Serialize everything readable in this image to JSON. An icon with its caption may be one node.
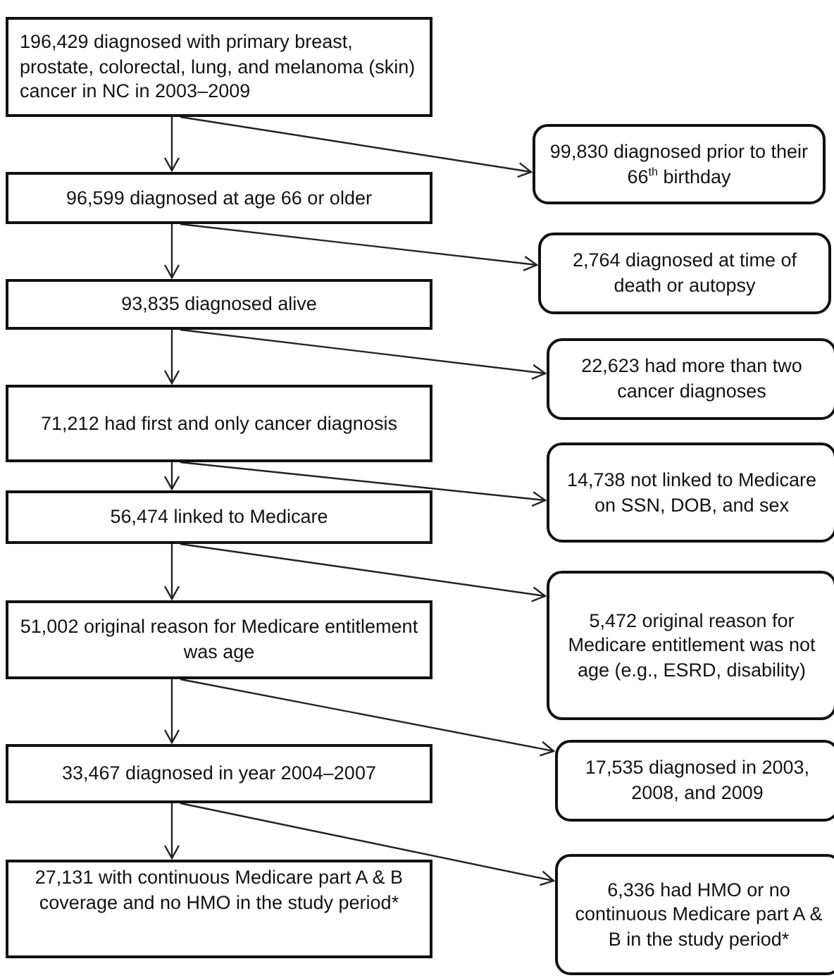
{
  "diagram": {
    "nodes": [
      {
        "text": [
          "196,429 diagnosed with primary breast, prostate, colorectal, lung, and melanoma (skin) cancer in NC in 2003–2009"
        ]
      },
      {
        "text": [
          "99,830 diagnosed prior to their 66$^{th}$ birthday"
        ]
      },
      {
        "text": [
          "96,599 diagnosed at age 66 or older"
        ]
      },
      {
        "text": [
          "2,764 diagnosed at time of death or autopsy"
        ]
      },
      {
        "text": [
          "93,835 diagnosed alive"
        ]
      },
      {
        "text": [
          "22,623 had more than two cancer diagnoses"
        ]
      },
      {
        "text": [
          "71,212 had first and only cancer diagnosis"
        ]
      },
      {
        "text": [
          "14,738 not linked to Medicare on SSN, DOB, and sex"
        ]
      },
      {
        "text": [
          "56,474 linked to Medicare"
        ]
      },
      {
        "text": [
          "5,472 original reason for Medicare entitlement was not age (e.g., ESRD, disability)"
        ]
      },
      {
        "text": [
          "51,002 original reason for Medicare entitlement was age"
        ]
      },
      {
        "text": [
          "17,535 diagnosed in 2003, 2008, and 2009"
        ]
      },
      {
        "text": [
          "33,467 diagnosed in year 2004–2007"
        ]
      },
      {
        "text": [
          "6,336 had HMO or no continuous Medicare part A & B in the study period*"
        ]
      },
      {
        "text": [
          "27,131 with continuous Medicare part A & B coverage and no HMO in the study period*"
        ]
      }
    ],
    "edges": [
      {
        "from": 0,
        "to": 2,
        "arrow": "to"
      },
      {
        "from": 0,
        "to": 1,
        "arrow": "to"
      },
      {
        "from": 2,
        "to": 4,
        "arrow": "to"
      },
      {
        "from": 2,
        "to": 3,
        "arrow": "to"
      },
      {
        "from": 4,
        "to": 6,
        "arrow": "to"
      },
      {
        "from": 4,
        "to": 5,
        "arrow": "to"
      },
      {
        "from": 6,
        "to": 8,
        "arrow": "to"
      },
      {
        "from": 6,
        "to": 7,
        "arrow": "to"
      },
      {
        "from": 8,
        "to": 10,
        "arrow": "to"
      },
      {
        "from": 8,
        "to": 9,
        "arrow": "to"
      },
      {
        "from": 10,
        "to": 12,
        "arrow": "to"
      },
      {
        "from": 10,
        "to": 11,
        "arrow": "to"
      },
      {
        "from": 12,
        "to": 14,
        "arrow": "to"
      },
      {
        "from": 12,
        "to": 13,
        "arrow": "to"
      }
    ]
  }
}
